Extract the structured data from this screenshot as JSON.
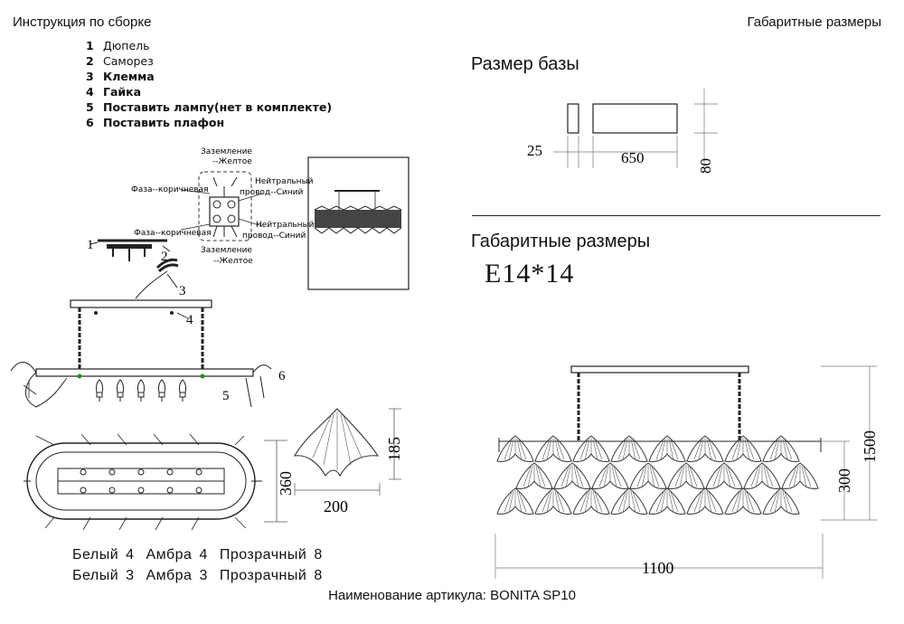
{
  "header": {
    "left_title": "Инструкция по сборке",
    "right_title": "Габаритные размеры"
  },
  "steps": [
    {
      "num": "1",
      "text": "Дюпель"
    },
    {
      "num": "2",
      "text": "Саморез"
    },
    {
      "num": "3",
      "text": "Клемма"
    },
    {
      "num": "4",
      "text": "Гайка"
    },
    {
      "num": "5",
      "text": "Поставить лампу(нет в комплекте)"
    },
    {
      "num": "6",
      "text": "Поставить плафон"
    }
  ],
  "wiring": {
    "ground_top": [
      "Заземление",
      "--Желтое"
    ],
    "phase_top": "Фаза--коричневая",
    "neutral_top": [
      "Нейтральный",
      "провод--Синий"
    ],
    "phase_bottom": "Фаза--коричневая",
    "neutral_bottom": [
      "Нейтральный",
      "провод--Синий"
    ],
    "ground_bottom": [
      "Заземление",
      "--Желтое"
    ]
  },
  "callouts": [
    "1",
    "2",
    "3",
    "4",
    "5",
    "6"
  ],
  "left_dims": {
    "width": "360",
    "shade_height": "185",
    "shade_width": "200"
  },
  "counts": [
    [
      {
        "name": "Белый",
        "qty": "4"
      },
      {
        "name": "Амбра",
        "qty": "4"
      },
      {
        "name": "Прозрачный",
        "qty": "8"
      }
    ],
    [
      {
        "name": "Белый",
        "qty": "3"
      },
      {
        "name": "Амбра",
        "qty": "3"
      },
      {
        "name": "Прозрачный",
        "qty": "8"
      }
    ]
  ],
  "base": {
    "title": "Размер базы",
    "depth": "25",
    "length": "650",
    "height": "80"
  },
  "overall": {
    "title": "Габаритные размеры",
    "lamp": "E14*14",
    "total_height": "1500",
    "body_height": "300",
    "length": "1100"
  },
  "article": "Наименование артикула: BONITA SP10"
}
